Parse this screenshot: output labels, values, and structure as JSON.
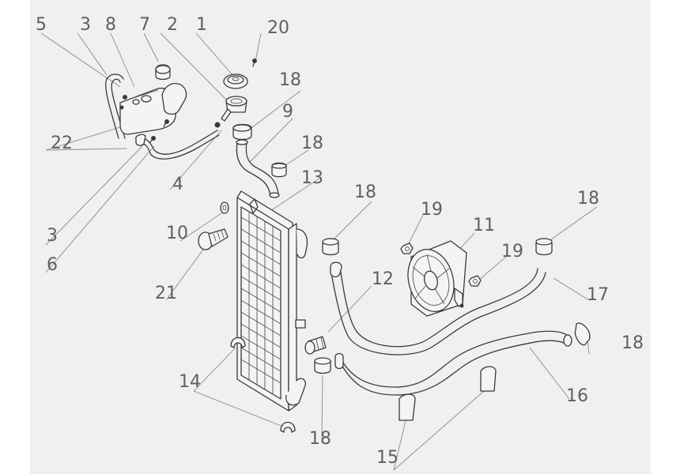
{
  "labels": [
    {
      "id": "l5",
      "text": "5"
    },
    {
      "id": "l3a",
      "text": "3"
    },
    {
      "id": "l8",
      "text": "8"
    },
    {
      "id": "l7",
      "text": "7"
    },
    {
      "id": "l2",
      "text": "2"
    },
    {
      "id": "l1",
      "text": "1"
    },
    {
      "id": "l20",
      "text": "20"
    },
    {
      "id": "l18a",
      "text": "18"
    },
    {
      "id": "l9",
      "text": "9"
    },
    {
      "id": "l22",
      "text": "22"
    },
    {
      "id": "l18b",
      "text": "18"
    },
    {
      "id": "l4",
      "text": "4"
    },
    {
      "id": "l13",
      "text": "13"
    },
    {
      "id": "l18c",
      "text": "18"
    },
    {
      "id": "l19a",
      "text": "19"
    },
    {
      "id": "l18d",
      "text": "18"
    },
    {
      "id": "l11",
      "text": "11"
    },
    {
      "id": "l3b",
      "text": "3"
    },
    {
      "id": "l10",
      "text": "10"
    },
    {
      "id": "l19b",
      "text": "19"
    },
    {
      "id": "l6",
      "text": "6"
    },
    {
      "id": "l12",
      "text": "12"
    },
    {
      "id": "l17",
      "text": "17"
    },
    {
      "id": "l21",
      "text": "21"
    },
    {
      "id": "l18e",
      "text": "18"
    },
    {
      "id": "l14",
      "text": "14"
    },
    {
      "id": "l16",
      "text": "16"
    },
    {
      "id": "l18f",
      "text": "18"
    },
    {
      "id": "l15",
      "text": "15"
    }
  ],
  "colors": {
    "background": "#f0f0f0",
    "line": "#3a3a3a",
    "label": "#606060",
    "leader": "#8a8a8a"
  }
}
